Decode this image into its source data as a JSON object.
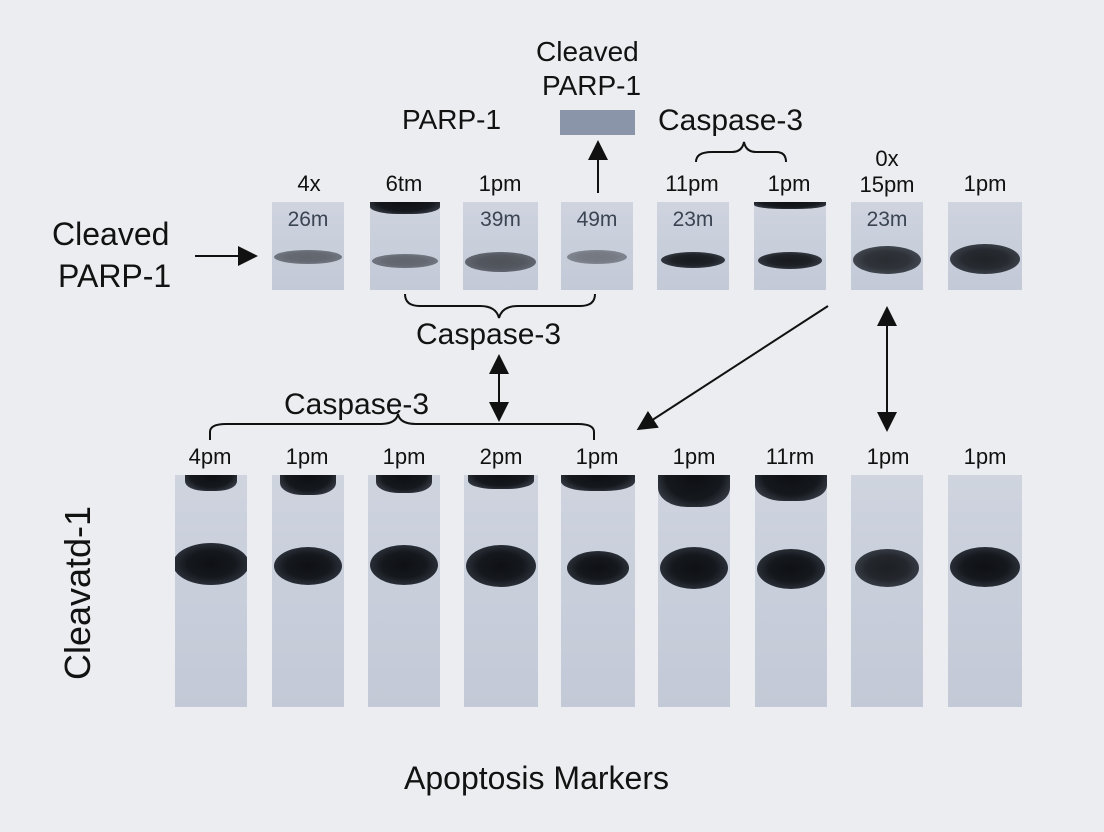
{
  "top_labels": {
    "cleaved_parp_title_line1": "Cleaved",
    "cleaved_parp_title_line2": "PARP-1",
    "parp_label": "PARP-1",
    "caspase_top_right": "Caspase-3",
    "left_line1": "Cleaved",
    "left_line2": "PARP-1"
  },
  "top_row_lanes": [
    {
      "label": "4x",
      "inner": "26m"
    },
    {
      "label": "6tm",
      "inner": ""
    },
    {
      "label": "1pm",
      "inner": "39m"
    },
    {
      "label": "",
      "inner": "49m"
    },
    {
      "label": "11pm",
      "inner": "23m"
    },
    {
      "label": "1pm",
      "inner": ""
    },
    {
      "label_line1": "0x",
      "label_line2": "15pm",
      "inner": "23m"
    },
    {
      "label": "1pm",
      "inner": ""
    }
  ],
  "middle_labels": {
    "caspase_middle": "Caspase-3",
    "caspase_lower": "Caspase-3"
  },
  "bottom_row_lanes": [
    {
      "label": "4pm"
    },
    {
      "label": "1pm"
    },
    {
      "label": "1pm"
    },
    {
      "label": "2pm"
    },
    {
      "label": "1pm"
    },
    {
      "label": "1pm"
    },
    {
      "label": "11rm"
    },
    {
      "label": "1pm"
    },
    {
      "label": "1pm"
    }
  ],
  "side_label": "Cleavatd-1",
  "footer_title": "Apoptosis Markers",
  "colors": {
    "background": "#ecedf0",
    "lane": "#c9cfdb",
    "band": "#121418",
    "swatch": "#8b95aa",
    "text": "#121212"
  }
}
